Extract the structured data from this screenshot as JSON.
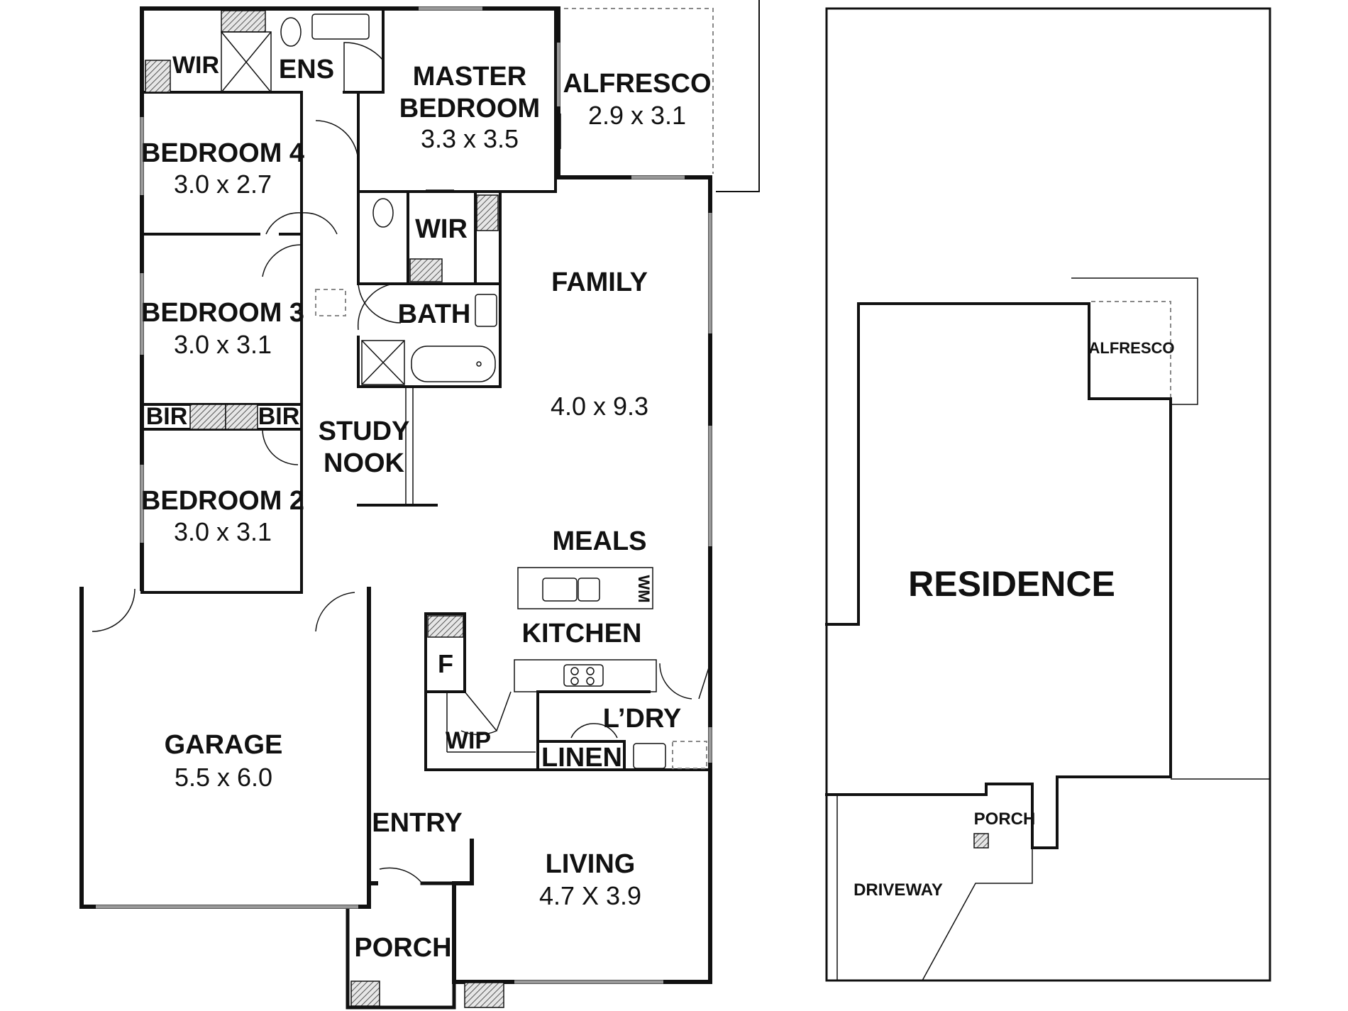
{
  "floor_plan": {
    "rooms": {
      "wir_top": "WIR",
      "ens": "ENS",
      "master_name_1": "MASTER",
      "master_name_2": "BEDROOM",
      "master_dim": "3.3 x 3.5",
      "alfresco_name": "ALFRESCO",
      "alfresco_dim": "2.9 x 3.1",
      "bed4_name": "BEDROOM 4",
      "bed4_dim": "3.0 x 2.7",
      "wir_mid": "WIR",
      "family_name": "FAMILY",
      "family_dim": "4.0 x 9.3",
      "bed3_name": "BEDROOM 3",
      "bed3_dim": "3.0 x 3.1",
      "bath": "BATH",
      "bir_left": "BIR",
      "bir_right": "BIR",
      "study_1": "STUDY",
      "study_2": "NOOK",
      "bed2_name": "BEDROOM 2",
      "bed2_dim": "3.0 x 3.1",
      "meals": "MEALS",
      "wm": "WM",
      "kitchen": "KITCHEN",
      "fridge": "F",
      "garage_name": "GARAGE",
      "garage_dim": "5.5 x 6.0",
      "wip": "WIP",
      "laundry": "L’DRY",
      "linen": "LINEN",
      "entry": "ENTRY",
      "living_name": "LIVING",
      "living_dim": "4.7 X 3.9",
      "porch": "PORCH"
    }
  },
  "site_plan": {
    "residence": "RESIDENCE",
    "alfresco": "ALFRESCO",
    "porch": "PORCH",
    "driveway": "DRIVEWAY"
  }
}
